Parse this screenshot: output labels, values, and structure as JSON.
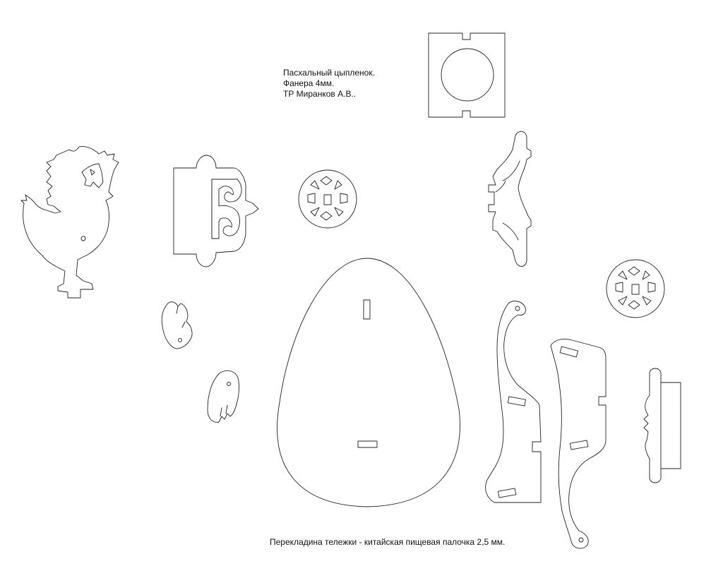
{
  "title_block": {
    "line1": "Пасхальный цыпленок.",
    "line2": "Фанера 4мм.",
    "line3": "ТР Миранков А.В.."
  },
  "footer_note": "Перекладина тележки - китайская пищевая палочка 2,5 мм.",
  "colors": {
    "background": "#ffffff",
    "line": "#222222"
  }
}
